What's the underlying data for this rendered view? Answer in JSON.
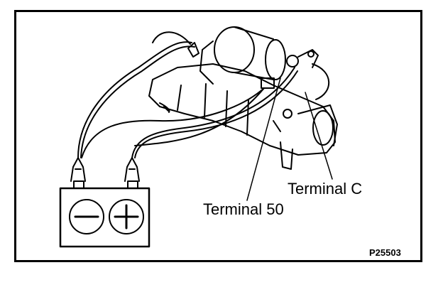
{
  "labels": {
    "terminal_c": "Terminal C",
    "terminal_50": "Terminal 50",
    "figure_code": "P25503"
  },
  "battery": {
    "negative_symbol": "−",
    "positive_symbol": "+"
  },
  "colors": {
    "ink": "#000000",
    "paper": "#ffffff"
  }
}
